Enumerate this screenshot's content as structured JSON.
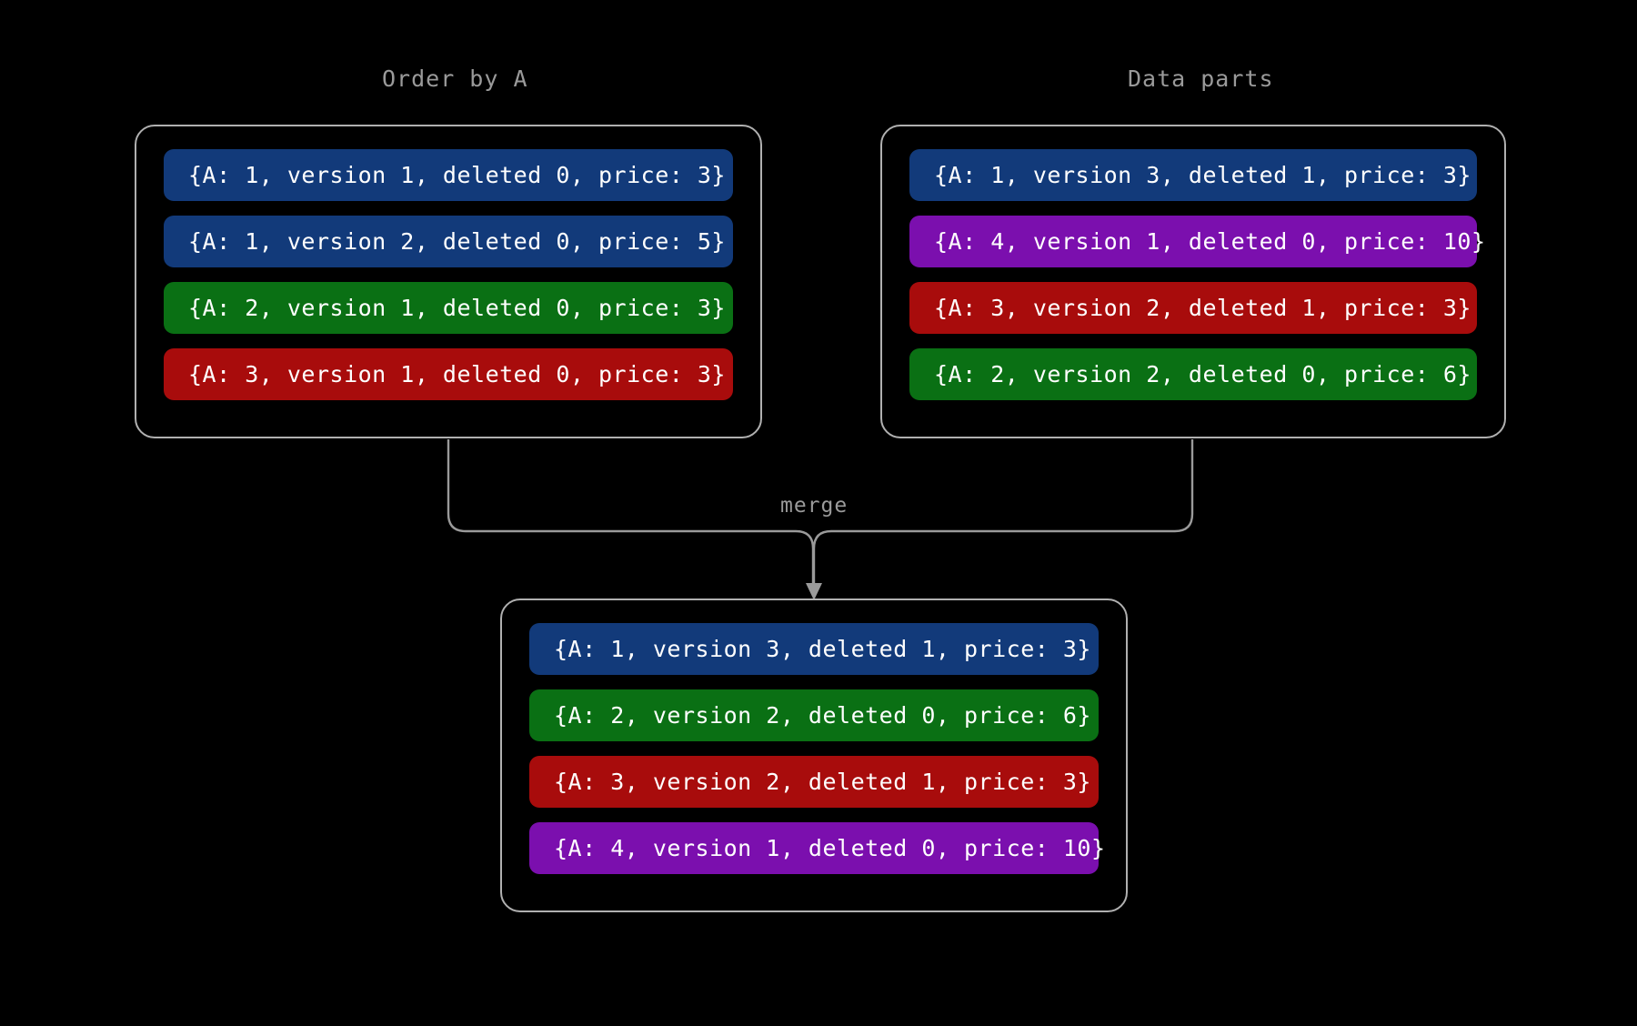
{
  "diagram": {
    "title_order_by_a": "Order by A",
    "title_data_parts": "Data parts",
    "merge_label": "merge",
    "colors": {
      "background": "#000000",
      "box_border": "#b0b0b0",
      "text": "#ffffff",
      "label_text": "#9a9a9a",
      "blue": "#123a7a",
      "green": "#0a7014",
      "red": "#a80c0c",
      "purple": "#7b0fae"
    }
  },
  "order_by_a": {
    "rows": [
      {
        "text": "{A: 1, version 1, deleted 0, price: 3}",
        "color": "blue",
        "A": 1,
        "version": 1,
        "deleted": 0,
        "price": 3
      },
      {
        "text": "{A: 1, version 2, deleted 0, price: 5}",
        "color": "blue",
        "A": 1,
        "version": 2,
        "deleted": 0,
        "price": 5
      },
      {
        "text": "{A: 2, version 1, deleted 0, price: 3}",
        "color": "green",
        "A": 2,
        "version": 1,
        "deleted": 0,
        "price": 3
      },
      {
        "text": "{A: 3, version 1, deleted 0, price: 3}",
        "color": "red",
        "A": 3,
        "version": 1,
        "deleted": 0,
        "price": 3
      }
    ]
  },
  "data_parts": {
    "rows": [
      {
        "text": "{A: 1, version 3, deleted 1, price: 3}",
        "color": "blue",
        "A": 1,
        "version": 3,
        "deleted": 1,
        "price": 3
      },
      {
        "text": "{A: 4, version 1, deleted 0, price: 10}",
        "color": "purple",
        "A": 4,
        "version": 1,
        "deleted": 0,
        "price": 10
      },
      {
        "text": "{A: 3, version 2, deleted 1, price: 3}",
        "color": "red",
        "A": 3,
        "version": 2,
        "deleted": 1,
        "price": 3
      },
      {
        "text": "{A: 2, version 2, deleted 0, price: 6}",
        "color": "green",
        "A": 2,
        "version": 2,
        "deleted": 0,
        "price": 6
      }
    ]
  },
  "merged": {
    "rows": [
      {
        "text": "{A: 1, version 3, deleted 1, price: 3}",
        "color": "blue",
        "A": 1,
        "version": 3,
        "deleted": 1,
        "price": 3
      },
      {
        "text": "{A: 2, version 2, deleted 0, price: 6}",
        "color": "green",
        "A": 2,
        "version": 2,
        "deleted": 0,
        "price": 6
      },
      {
        "text": "{A: 3, version 2, deleted 1, price: 3}",
        "color": "red",
        "A": 3,
        "version": 2,
        "deleted": 1,
        "price": 3
      },
      {
        "text": "{A: 4, version 1, deleted 0, price: 10}",
        "color": "purple",
        "A": 4,
        "version": 1,
        "deleted": 0,
        "price": 10
      }
    ]
  }
}
